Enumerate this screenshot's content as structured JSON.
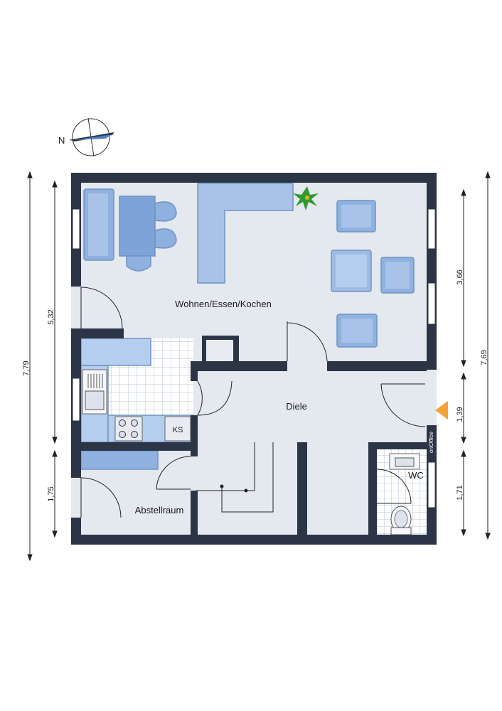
{
  "compass": {
    "label": "N"
  },
  "rooms": {
    "living": "Wohnen/Essen/Kochen",
    "hall": "Diele",
    "storage": "Abstellraum",
    "wc": "WC"
  },
  "fixtures": {
    "fridge": "KS"
  },
  "brand": "onOffice",
  "dimensions": {
    "left_total": "7,79",
    "left_upper": "5,32",
    "left_lower": "1,75",
    "right_total": "7,69",
    "right_upper": "3,66",
    "right_middle": "1,39",
    "right_lower": "1,71"
  },
  "colors": {
    "wall": "#2b3546",
    "floor": "#e4e8ef",
    "furniture": "#8fb1df",
    "tile_bg": "#ffffff",
    "tile_line": "#b8c4d6",
    "entrance_marker": "#f4a23a",
    "plant": "#2f9a2f"
  }
}
